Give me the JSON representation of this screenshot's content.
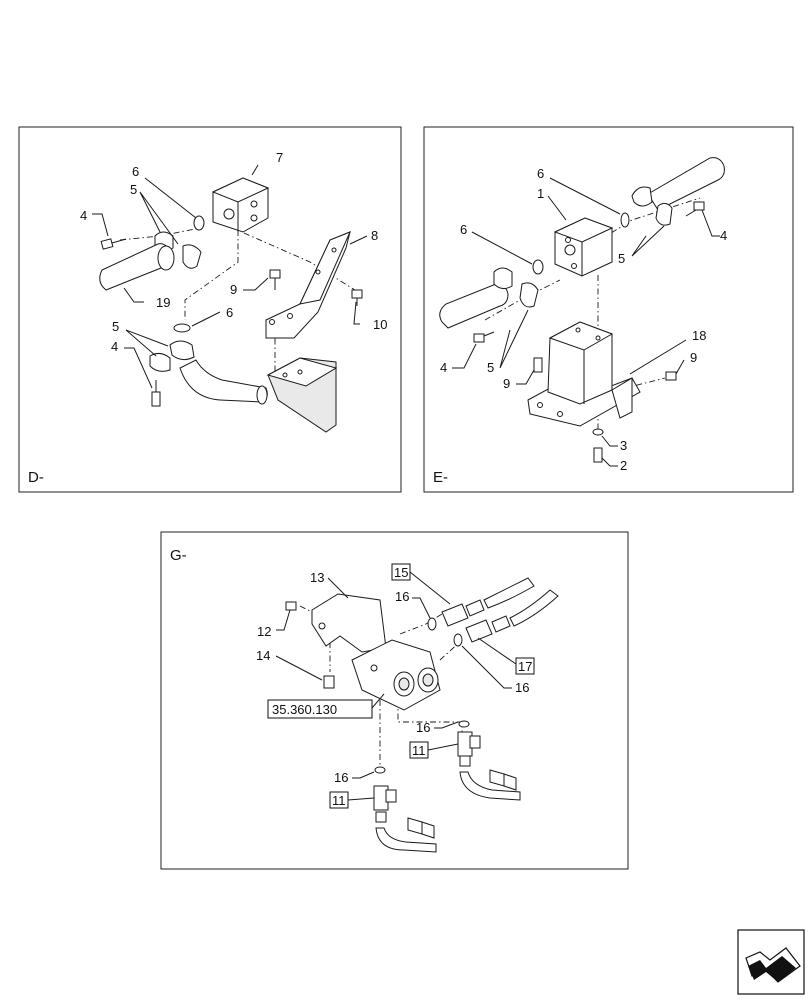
{
  "panels": {
    "d": {
      "label": "D-"
    },
    "e": {
      "label": "E-"
    },
    "g": {
      "label": "G-"
    }
  },
  "callouts": {
    "d": {
      "c7": "7",
      "c6a": "6",
      "c5a": "5",
      "c4a": "4",
      "c8": "8",
      "c9": "9",
      "c19": "19",
      "c10": "10",
      "c5b": "5",
      "c6b": "6",
      "c4b": "4"
    },
    "e": {
      "c6a": "6",
      "c1": "1",
      "c6b": "6",
      "c4a": "4",
      "c5a": "5",
      "c4b": "4",
      "c5b": "5",
      "c9a": "9",
      "c18": "18",
      "c9b": "9",
      "c3": "3",
      "c2": "2"
    },
    "g": {
      "c13": "13",
      "c15": "15",
      "c16a": "16",
      "c12": "12",
      "c14": "14",
      "c17": "17",
      "c16b": "16",
      "ref": "35.360.130",
      "c16c": "16",
      "c11a": "11",
      "c16d": "16",
      "c11b": "11"
    }
  },
  "icons": {
    "nav": "next-page-arrow-icon"
  }
}
